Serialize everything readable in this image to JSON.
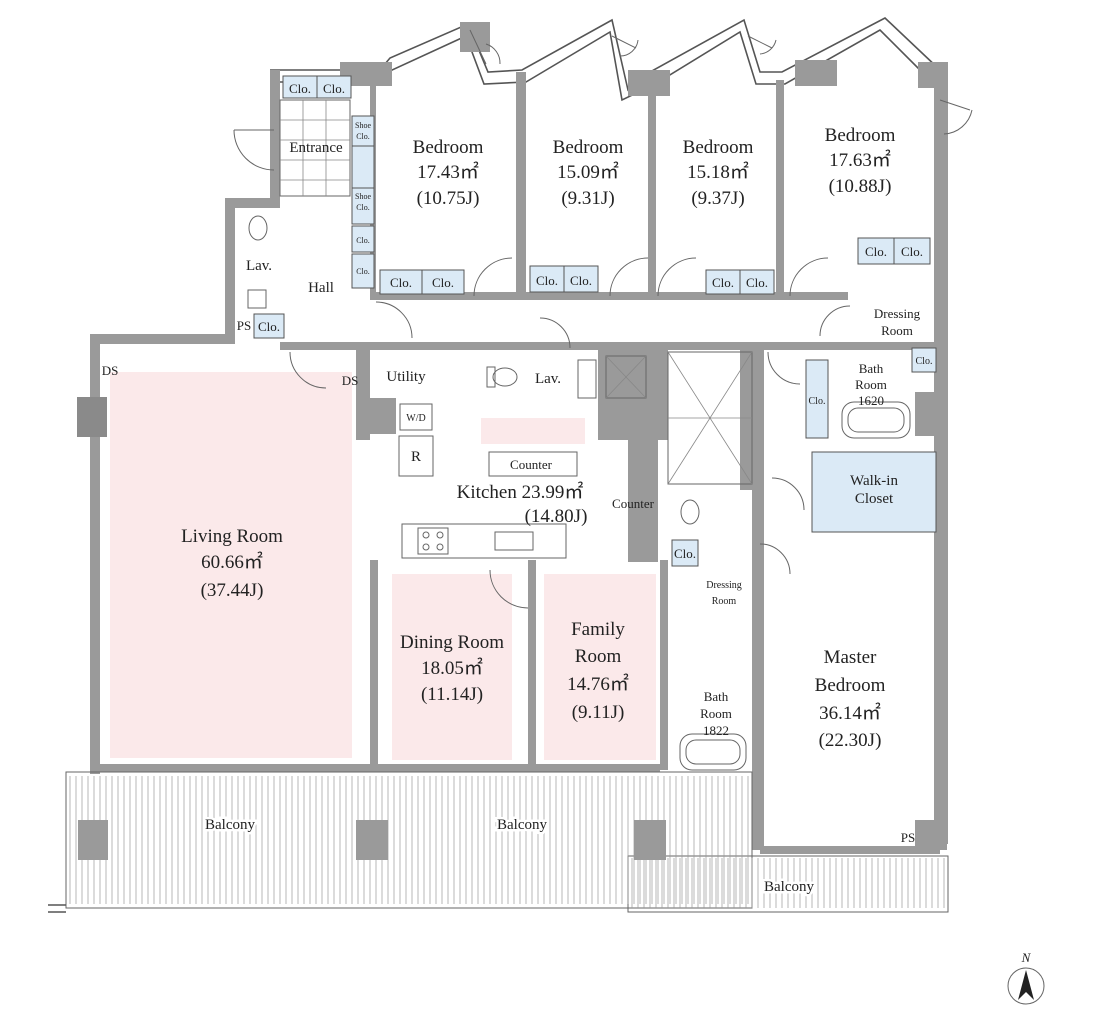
{
  "rooms": {
    "bedroom1": {
      "name": "Bedroom",
      "area": "17.43㎡",
      "jo": "(10.75J)"
    },
    "bedroom2": {
      "name": "Bedroom",
      "area": "15.09㎡",
      "jo": "(9.31J)"
    },
    "bedroom3": {
      "name": "Bedroom",
      "area": "15.18㎡",
      "jo": "(9.37J)"
    },
    "bedroom4": {
      "name": "Bedroom",
      "area": "17.63㎡",
      "jo": "(10.88J)"
    },
    "living": {
      "name": "Living Room",
      "area": "60.66㎡",
      "jo": "(37.44J)"
    },
    "kitchen": {
      "name": "Kitchen 23.99㎡",
      "jo": "(14.80J)"
    },
    "dining": {
      "name": "Dining Room",
      "area": "18.05㎡",
      "jo": "(11.14J)"
    },
    "family": {
      "name1": "Family",
      "name2": "Room",
      "area": "14.76㎡",
      "jo": "(9.11J)"
    },
    "master": {
      "name1": "Master",
      "name2": "Bedroom",
      "area": "36.14㎡",
      "jo": "(22.30J)"
    }
  },
  "labels": {
    "entrance": "Entrance",
    "hall": "Hall",
    "lav": "Lav.",
    "lav2": "Lav.",
    "ps": "PS",
    "ps2": "PS",
    "ds": "DS",
    "ds2": "DS",
    "utility": "Utility",
    "wd": "W/D",
    "fridge": "R",
    "counter": "Counter",
    "counter2": "Counter",
    "clo": "Clo.",
    "shoe_top": "Shoe",
    "shoe_bot": "Clo.",
    "dressing1_a": "Dressing",
    "dressing1_b": "Room",
    "dressing2_a": "Dressing",
    "dressing2_b": "Room",
    "bath1_a": "Bath",
    "bath1_b": "Room",
    "bath1_c": "1620",
    "bath2_a": "Bath",
    "bath2_b": "Room",
    "bath2_c": "1822",
    "walkin_a": "Walk-in",
    "walkin_b": "Closet",
    "balcony1": "Balcony",
    "balcony2": "Balcony",
    "balcony3": "Balcony",
    "north": "N"
  }
}
